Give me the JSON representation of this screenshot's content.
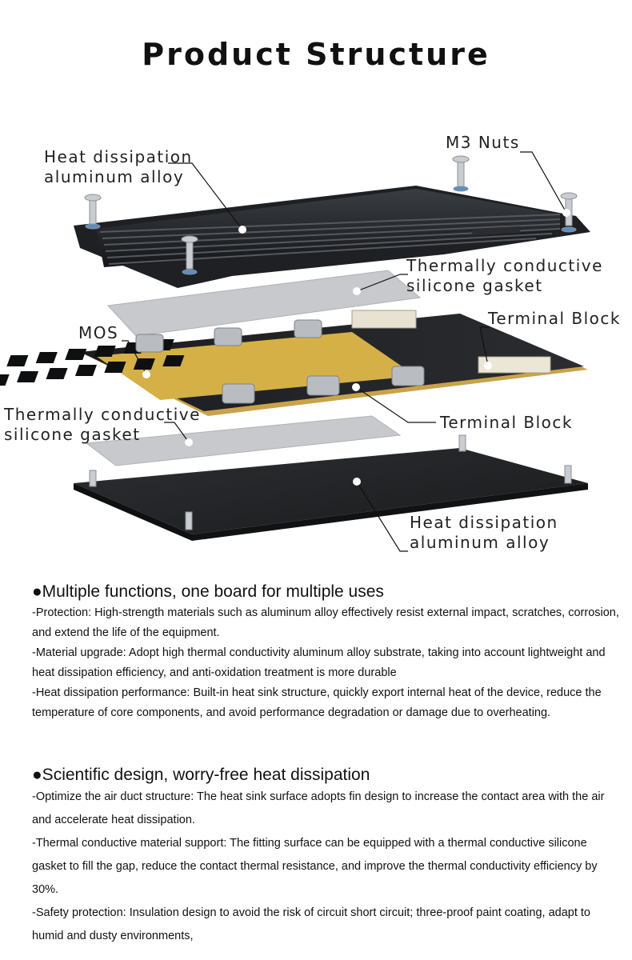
{
  "page": {
    "title": "Product Structure"
  },
  "labels": {
    "top_heatsink": [
      "Heat dissipation",
      "aluminum alloy"
    ],
    "m3_nuts": "M3 Nuts",
    "top_gasket": [
      "Thermally conductive",
      "silicone gasket"
    ],
    "terminal_block_top": "Terminal Block",
    "mos": "MOS",
    "terminal_block_bottom": "Terminal Block",
    "bottom_gasket": [
      "Thermally conductive",
      "silicone gasket"
    ],
    "bottom_heatsink": [
      "Heat dissipation",
      "aluminum alloy"
    ]
  },
  "sections": [
    {
      "heading": "●Multiple functions, one board for multiple uses",
      "lines": [
        "-Protection: High-strength materials such as aluminum alloy effectively resist external impact, scratches, corrosion, and extend the life of the equipment.",
        "-Material upgrade: Adopt high thermal conductivity aluminum alloy substrate, taking into account lightweight and heat dissipation efficiency, and anti-oxidation treatment is more durable",
        "-Heat dissipation performance: Built-in heat sink structure, quickly export internal heat of the device, reduce the temperature of core components, and avoid performance degradation or damage due to overheating."
      ]
    },
    {
      "heading": "●Scientific design, worry-free heat dissipation",
      "lines": [
        "-Optimize the air duct structure: The heat sink surface adopts fin design to increase the contact area with the air and accelerate heat dissipation.",
        "-Thermal conductive material support: The fitting surface can be equipped with a thermal conductive silicone gasket to fill the gap, reduce the contact thermal resistance, and improve the thermal conductivity efficiency by 30%.",
        "-Safety protection: Insulation design to avoid the risk of circuit short circuit; three-proof paint coating, adapt to humid and dusty environments,"
      ]
    }
  ]
}
